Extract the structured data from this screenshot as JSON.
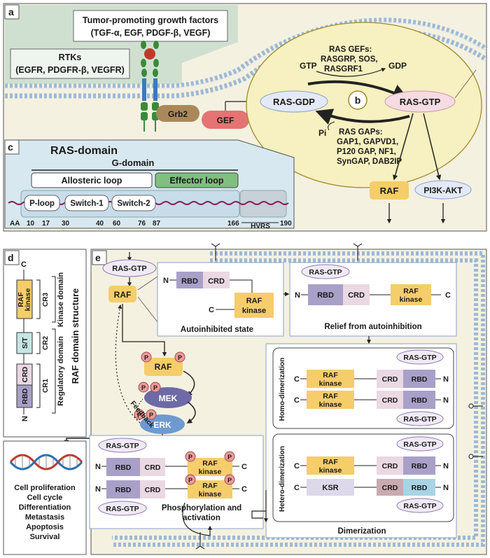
{
  "panels": {
    "a": "a",
    "b": "b",
    "c": "c",
    "d": "d",
    "e": "e"
  },
  "panel_a": {
    "growth_factors_title": "Tumor-promoting growth factors",
    "growth_factors_list": "(TGF-α, EGF, PDGF-β, VEGF)",
    "rtks_title": "RTKs",
    "rtks_list": "(EGFR, PDGFR-β, VEGFR)",
    "grb2": "Grb2",
    "gef": "GEF",
    "ras_gdp": "RAS-GDP",
    "ras_gtp": "RAS-GTP",
    "gtp": "GTP",
    "gdp": "GDP",
    "pi": "Pi",
    "gefs": [
      "RAS GEFs:",
      "RASGRP, SOS,",
      "RASGRF1"
    ],
    "gaps": [
      "RAS GAPs:",
      "GAP1, GAPVD1,",
      "P120 GAP, NF1,",
      "SynGAP, DAB2IP"
    ],
    "raf": "RAF",
    "pi3k": "PI3K-AKT"
  },
  "panel_c": {
    "title": "RAS-domain",
    "g_domain": "G-domain",
    "allosteric": "Allosteric loop",
    "effector": "Effector loop",
    "segments": [
      "P-loop",
      "Switch-1",
      "Switch-2"
    ],
    "aa_label": "AA",
    "aa_ticks": [
      "10",
      "17",
      "30",
      "40",
      "60",
      "76",
      "87",
      "166",
      "190"
    ],
    "hvrs": "HVRS"
  },
  "panel_d": {
    "c_term": "C",
    "n_term": "N",
    "kinase": [
      "RAF",
      "kinase"
    ],
    "st": "S/T",
    "crd": "CRD",
    "rbd": "RBD",
    "cr3": "CR3",
    "cr2": "CR2",
    "cr1": "CR1",
    "kinase_domain": "Kinase domain",
    "regulatory_domain": "Regulatory domain",
    "title": "RAF domain structure"
  },
  "panel_e": {
    "ras_gtp": "RAS-GTP",
    "raf": "RAF",
    "rbd": "RBD",
    "crd": "CRD",
    "raf_kinase": [
      "RAF",
      "kinase"
    ],
    "ksr": "KSR",
    "n": "N",
    "c": "C",
    "p": "P",
    "autoinhibited": "Autoinhibited state",
    "relief": "Relief from autoinhibition",
    "homo": "Homo-dimerization",
    "hetero": "Hetero-dimerization",
    "dimerization": "Dimerization",
    "phospho": [
      "Phosphorylation and",
      "activation"
    ],
    "mek": "MEK",
    "erk": "ERK",
    "feedback": "Feedback",
    "outcomes": [
      "Cell proliferation",
      "Cell cycle",
      "Differentiation",
      "Metastasis",
      "Apoptosis",
      "Survival"
    ]
  },
  "colors": {
    "bg": "#f4f1e1",
    "green_panel": "#cfe0d0",
    "blue_panel": "#d8e8f0",
    "kinase": "#f5cd6a",
    "rbd": "#a8a0c8",
    "crd": "#ead8e2",
    "gef": "#e57373",
    "grb2": "#a9895b",
    "ras_pill": "#e3e9f6",
    "ras_gtp_pill": "#f6dbe3",
    "p_circle": "#ee9a9a"
  }
}
